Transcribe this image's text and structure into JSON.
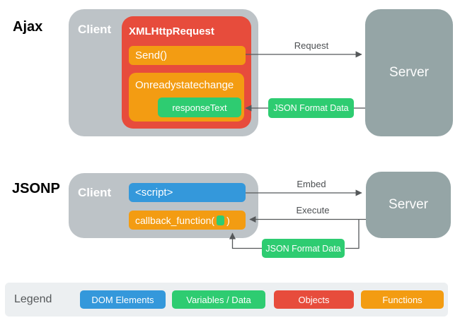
{
  "ajax": {
    "section_label": "Ajax",
    "client_label": "Client",
    "xhr_label": "XMLHttpRequest",
    "send_label": "Send()",
    "onready_label": "Onreadystatechange",
    "response_label": "responseText",
    "server_label": "Server",
    "request_label": "Request",
    "json_data_label": "JSON Format Data"
  },
  "jsonp": {
    "section_label": "JSONP",
    "client_label": "Client",
    "script_label": "<script>",
    "callback_open": "callback_function(",
    "callback_close": ")",
    "server_label": "Server",
    "embed_label": "Embed",
    "execute_label": "Execute",
    "json_data_label": "JSON Format Data"
  },
  "legend": {
    "title": "Legend",
    "items": [
      {
        "label": "DOM Elements",
        "color": "#3498db"
      },
      {
        "label": "Variables / Data",
        "color": "#2ecc71"
      },
      {
        "label": "Objects",
        "color": "#e74c3c"
      },
      {
        "label": "Functions",
        "color": "#f39c12"
      }
    ]
  },
  "colors": {
    "client-gray": "#bdc3c7",
    "server-gray": "#95a5a6",
    "objects-red": "#e74c3c",
    "functions-orange": "#f39c12",
    "data-green": "#2ecc71",
    "dom-blue": "#3498db",
    "legend-bg": "#eceff1",
    "arrow-gray": "#55585a"
  }
}
